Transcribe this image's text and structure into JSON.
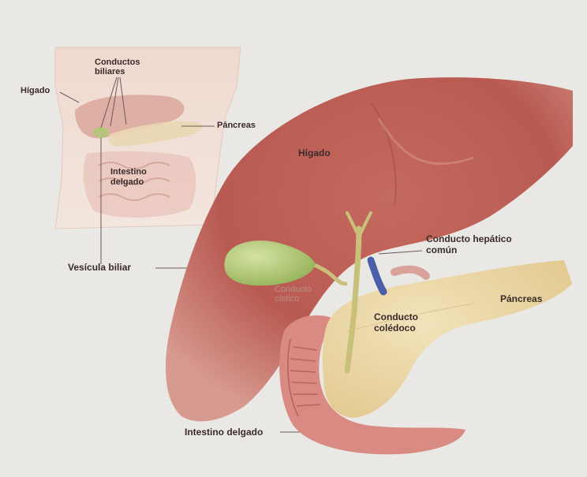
{
  "labels": {
    "inset_conductos_line1": "Conductos",
    "inset_conductos_line2": "biliares",
    "inset_higado": "Hígado",
    "inset_pancreas": "Páncreas",
    "inset_intestino_line1": "Intestino",
    "inset_intestino_line2": "delgado",
    "vesicula_biliar": "Vesícula biliar",
    "higado": "Hígado",
    "conducto_hepatico_line1": "Conducto hepático",
    "conducto_hepatico_line2": "común",
    "pancreas": "Páncreas",
    "conducto_cistico_line1": "Conducto",
    "conducto_cistico_line2": "cístico",
    "conducto_coledoco_line1": "Conducto",
    "conducto_coledoco_line2": "colédoco",
    "intestino_delgado": "Intestino delgado"
  },
  "colors": {
    "background": "#e9e8e4",
    "liver": "#bb5f56",
    "gallbladder": "#a7c06d",
    "pancreas": "#ecd9aa",
    "intestine": "#d98a82",
    "duct": "#c9c07a",
    "label_text": "#3a2b2b"
  }
}
